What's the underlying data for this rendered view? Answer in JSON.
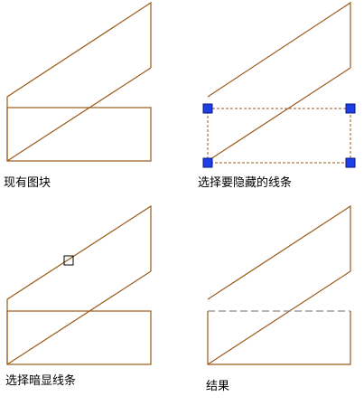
{
  "colors": {
    "line": "#9a5a1a",
    "grip": "#1e3ee6",
    "grip_border": "#0a1a80",
    "selection": "#9a5a1a",
    "background": "#ffffff"
  },
  "panels": [
    {
      "caption": "现有图块",
      "state": "existing"
    },
    {
      "caption": "选择要隐藏的线条",
      "state": "selected-with-grips"
    },
    {
      "caption": "选择暗显线条",
      "state": "pick-box"
    },
    {
      "caption": "结果",
      "state": "hidden-line-dashed"
    }
  ]
}
